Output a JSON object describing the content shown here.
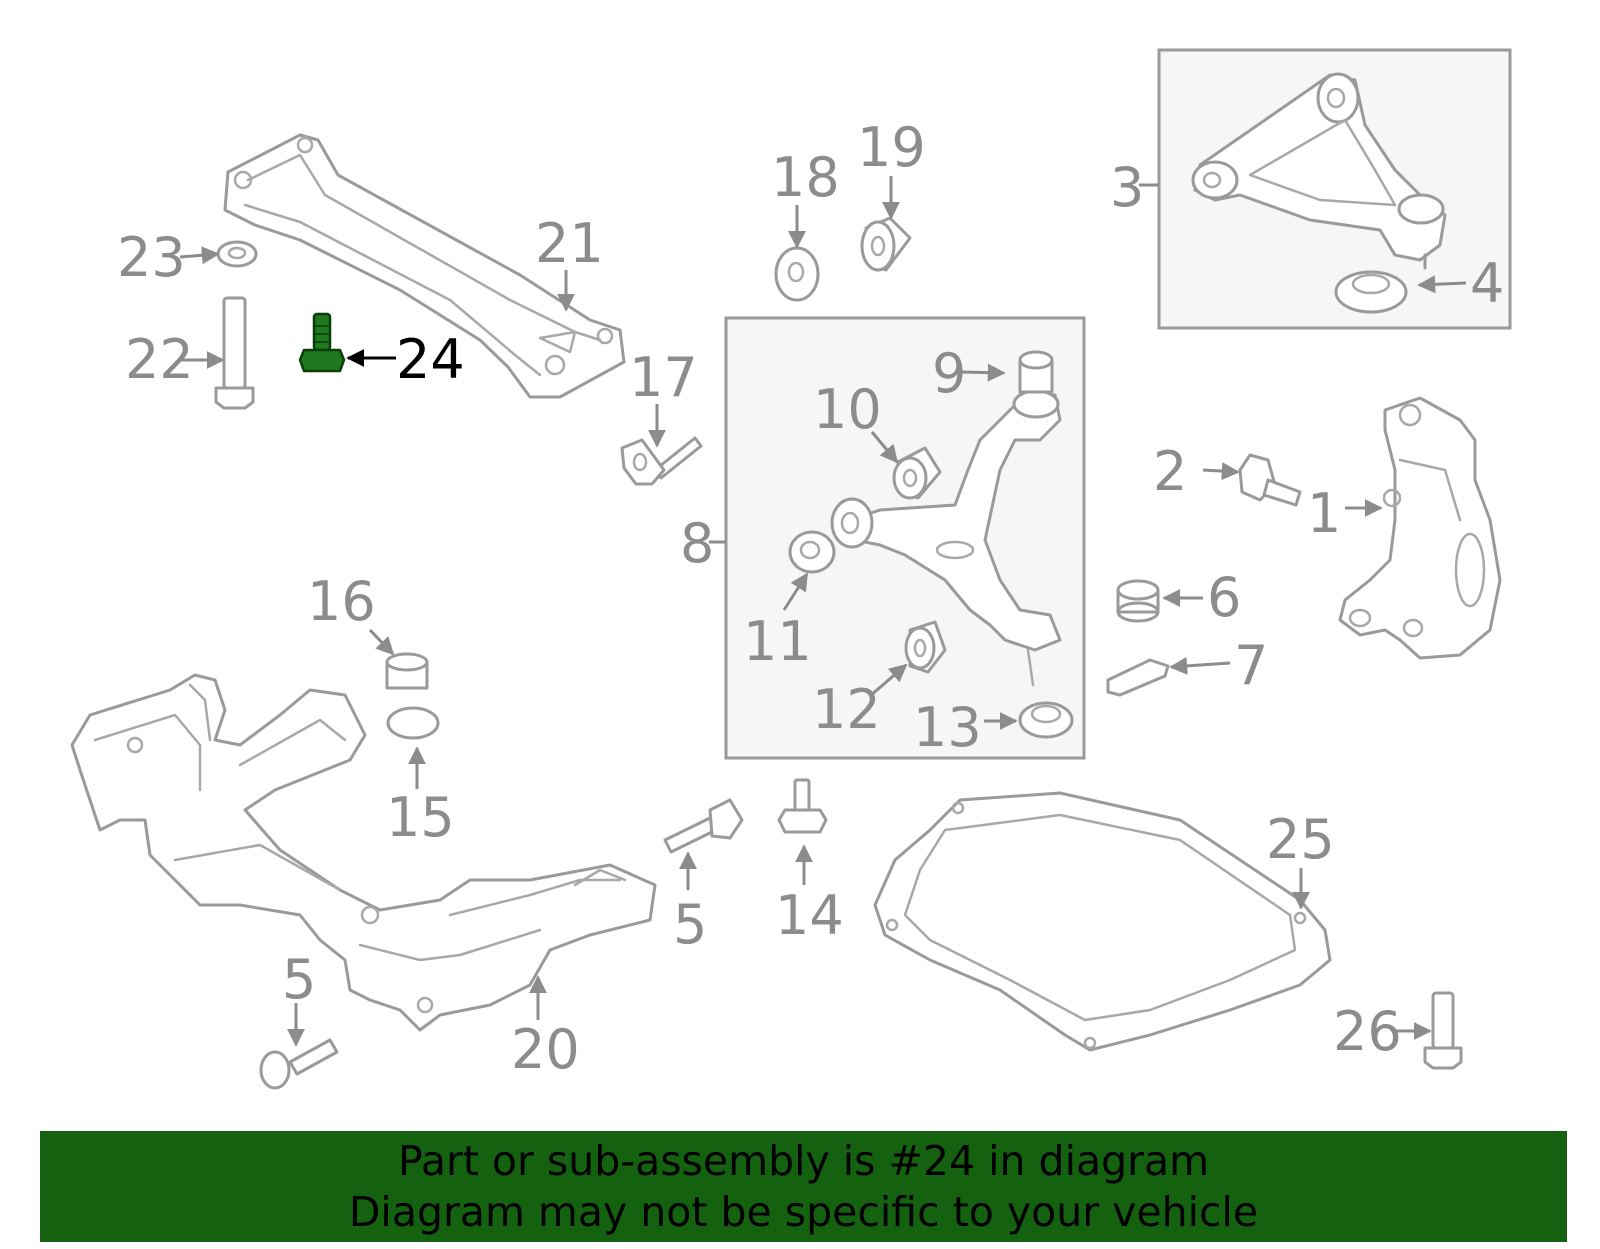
{
  "highlight_color": "#1f7a1f",
  "banner_color": "#14620f",
  "labels": {
    "l1": "1",
    "l2": "2",
    "l3": "3",
    "l4": "4",
    "l5a": "5",
    "l5b": "5",
    "l6": "6",
    "l7": "7",
    "l8": "8",
    "l9": "9",
    "l10": "10",
    "l11": "11",
    "l12": "12",
    "l13": "13",
    "l14": "14",
    "l15": "15",
    "l16": "16",
    "l17": "17",
    "l18": "18",
    "l19": "19",
    "l20": "20",
    "l21": "21",
    "l22": "22",
    "l23": "23",
    "l24": "24",
    "l25": "25",
    "l26": "26"
  },
  "banner": {
    "line1": "Part or sub-assembly is #24 in diagram",
    "line2": "Diagram may not be specific to your vehicle"
  }
}
